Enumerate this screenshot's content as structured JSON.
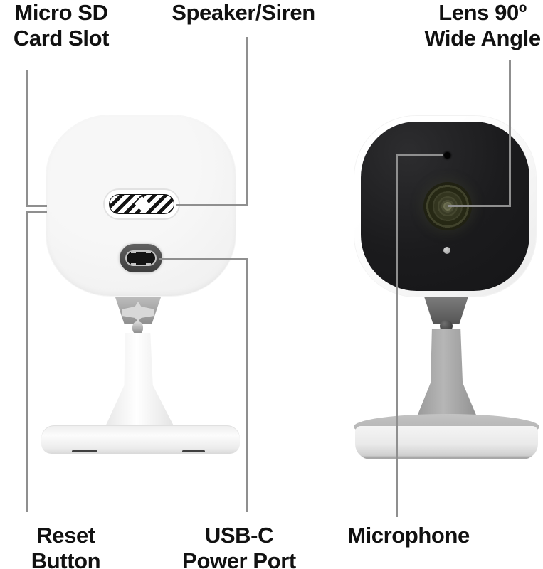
{
  "diagram": {
    "callouts": [
      {
        "id": "micro-sd-card-slot",
        "lines": [
          "Micro SD",
          "Card Slot"
        ]
      },
      {
        "id": "speaker-siren",
        "lines": [
          "Speaker/Siren"
        ]
      },
      {
        "id": "lens-wide-angle",
        "lines": [
          "Lens 90º",
          "Wide Angle"
        ]
      },
      {
        "id": "reset-button",
        "lines": [
          "Reset",
          "Button"
        ]
      },
      {
        "id": "usb-c-power-port",
        "lines": [
          "USB-C",
          "Power Port"
        ]
      },
      {
        "id": "microphone",
        "lines": [
          "Microphone"
        ]
      }
    ],
    "colors": {
      "background": "#ffffff",
      "label_text": "#111111",
      "leader_line": "#8f8f8f",
      "camera_face": "#1b1b1d",
      "lens_olive": "#3e402a",
      "body_white": "#f3f3f3",
      "stand_gray": "#a8a8a8"
    }
  }
}
